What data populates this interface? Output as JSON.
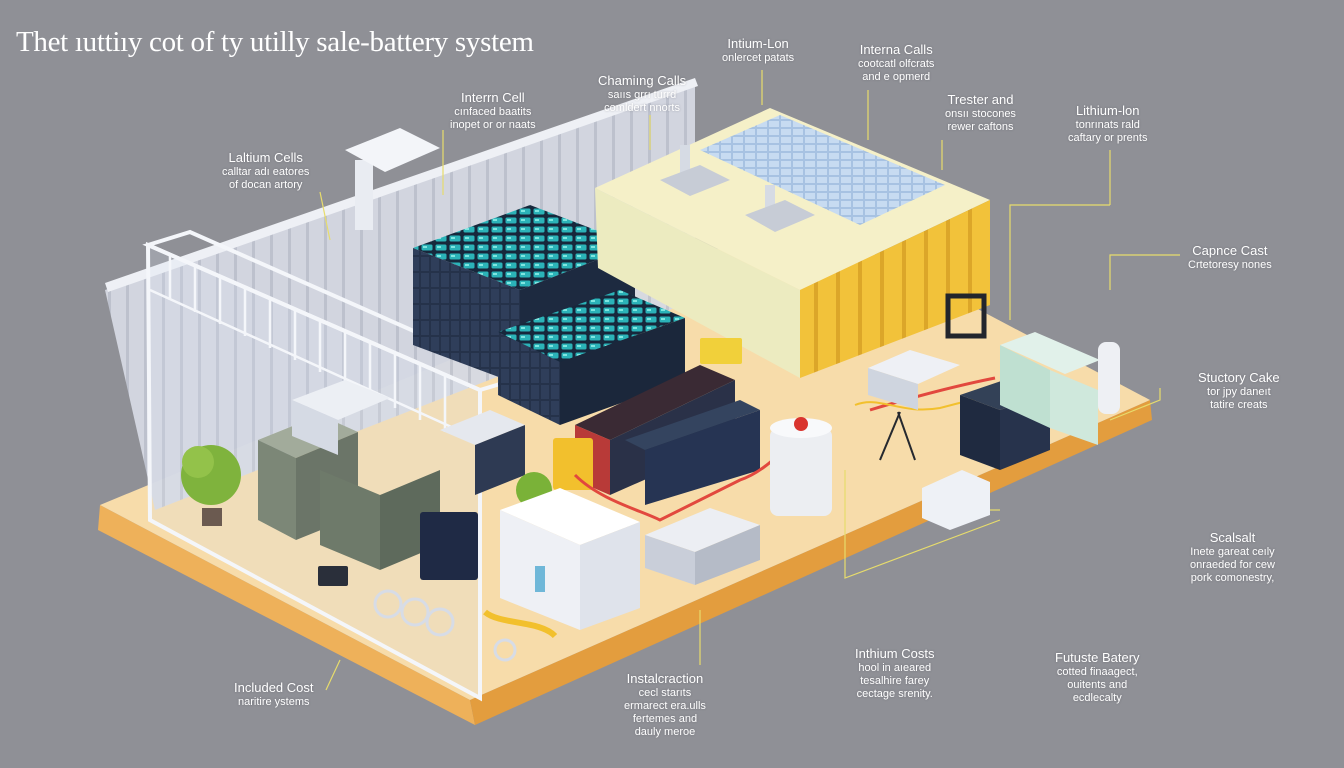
{
  "title": "Thet ıuttiıy cot of ty utilly sale-battery system",
  "colors": {
    "background": "#8f9096",
    "floor": "#f7dcaa",
    "floor_edge": "#eeb15a",
    "container_dark": "#233047",
    "cell_teal": "#2bb3b8",
    "container_yellow": "#f2c23a",
    "callout_line": "#e7dc6c"
  },
  "labels": [
    {
      "head": "Intium-Lon",
      "lines": [
        "onlercet patats"
      ]
    },
    {
      "head": "Interna Calls",
      "lines": [
        "cootcatl olfcrats",
        "and e opmerd"
      ]
    },
    {
      "head": "Chamiıng Calls",
      "lines": [
        "saııs grrı turrd",
        "comldert nnorts"
      ]
    },
    {
      "head": "Interrn Cell",
      "lines": [
        "cınfaced baatits",
        "inopet or or naats"
      ]
    },
    {
      "head": "Trester and",
      "lines": [
        "onsıı stocones",
        "rewer caftons"
      ]
    },
    {
      "head": "Lithium-lon",
      "lines": [
        "tonrınats rald",
        "caftary or prents"
      ]
    },
    {
      "head": "Laltium Cells",
      "lines": [
        "calltar adı eatores",
        "of docan artory"
      ]
    },
    {
      "head": "Capnce Cast",
      "lines": [
        "Crtetoresy nones"
      ]
    },
    {
      "head": "Stuctory Cake",
      "lines": [
        "tor jpy daneıt",
        "tatire creats"
      ]
    },
    {
      "head": "Scalsalt",
      "lines": [
        "Inete gareat ceıly",
        "onraeded for cew",
        "pork comonestry,"
      ]
    },
    {
      "head": "Inthium Costs",
      "lines": [
        "hool in aıeared",
        "tesalhire farey",
        "cectage srenity."
      ]
    },
    {
      "head": "Futuste Batery",
      "lines": [
        "cotted finaagect,",
        "ouitents and",
        "ecdlecalty"
      ]
    },
    {
      "head": "Instalcraction",
      "lines": [
        "cecl starıts",
        "ermarect era.ulls",
        "fertemes and",
        "dauly meroe"
      ]
    },
    {
      "head": "Included Cost",
      "lines": [
        "naritire ystems"
      ]
    }
  ]
}
